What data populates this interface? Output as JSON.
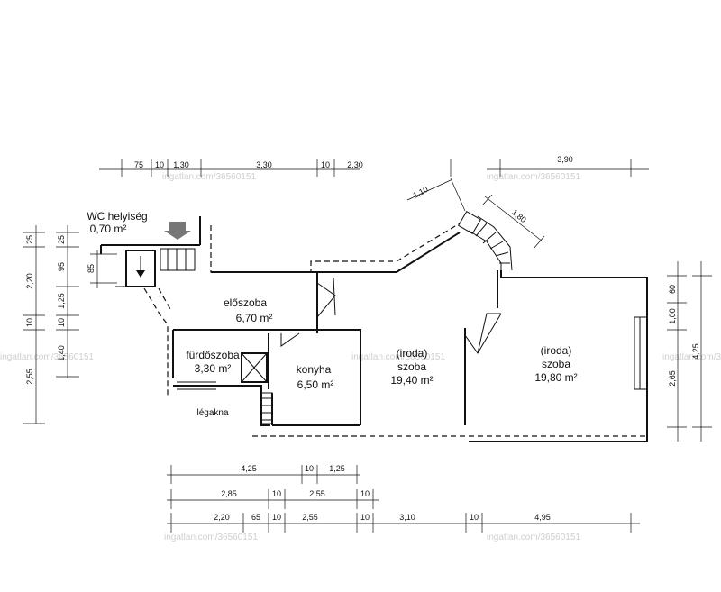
{
  "watermark": "ingatlan.com/36560151",
  "rooms": {
    "wc": {
      "name": "WC helyiség",
      "area": "0,70 m²"
    },
    "eloszoba": {
      "name": "előszoba",
      "area": "6,70 m²"
    },
    "furdoszoba": {
      "name": "fürdőszoba",
      "area": "3,30 m²"
    },
    "konyha": {
      "name": "konyha",
      "area": "6,50 m²"
    },
    "iroda1": {
      "tag": "(iroda)",
      "name": "szoba",
      "area": "19,40 m²"
    },
    "iroda2": {
      "tag": "(iroda)",
      "name": "szoba",
      "area": "19,80 m²"
    },
    "legakna": {
      "name": "légakna"
    }
  },
  "dimensions": {
    "top_row": [
      "75",
      "10",
      "1,30",
      "3,30",
      "10",
      "2,30"
    ],
    "top_right": "3,90",
    "diag1": "1,10",
    "diag2": "1,80",
    "left_outer": [
      "25",
      "2,20",
      "10",
      "2,55"
    ],
    "left_inner": [
      "25",
      "95",
      "10",
      "1,25",
      "1,40"
    ],
    "left_small": "85",
    "right_inner": [
      "60",
      "1,00",
      "2,65"
    ],
    "right_outer": "4,25",
    "bottom_row1": [
      "4,25",
      "10",
      "1,25"
    ],
    "bottom_row2": [
      "2,85",
      "10",
      "2,55",
      "10"
    ],
    "bottom_row3": [
      "2,20",
      "65",
      "10",
      "2,55",
      "10",
      "3,10",
      "10",
      "4,95"
    ]
  }
}
